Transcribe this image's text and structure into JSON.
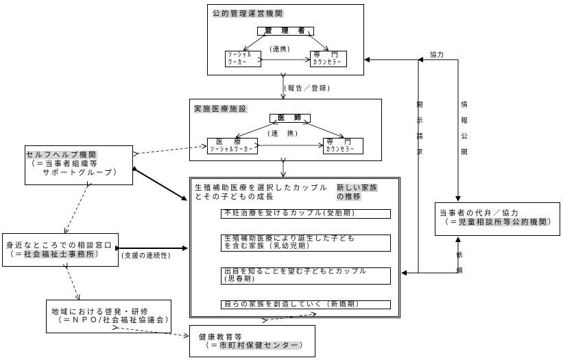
{
  "public_agency": {
    "title": "公的管理運営機関",
    "manager": "管　理　者",
    "coordination": "(連携)",
    "social_worker_line1": "ｿｰｼｬﾙ",
    "social_worker_line2": "ﾜｰｶｰ",
    "counselor_line1": "専　門",
    "counselor_line2": "ｶｳﾝｾﾗｰ"
  },
  "report_label": "(報告／登録)",
  "medical_facility": {
    "title": "実施医療施設",
    "doctor": "医　師",
    "coordination": "(連　携)",
    "msw_line1": "医　療",
    "msw_line2": "ｿｰｼｬﾙﾜｰｶｰ",
    "counselor_line1": "専　門",
    "counselor_line2": "ｶｳﾝｾﾗｰ"
  },
  "family_growth": {
    "title_line1": "生殖補助医療を選択したカップル",
    "title_line2": "とその子どもの成長",
    "transition_line1": "新しい家族",
    "transition_line2": "の推移",
    "stages": [
      {
        "line1": "不妊治療を受けるカップル(受胎期)",
        "line2": ""
      },
      {
        "line1": "生殖補助医療により誕生した子ども",
        "line2": "を含む家族（乳幼児期）"
      },
      {
        "line1": "出自を知ることを望む子どもとカップル",
        "line2": "(思春期)"
      },
      {
        "line1": "自らの家族を創造していく（新婚期）",
        "line2": ""
      }
    ]
  },
  "self_help": {
    "title": "セルフヘルプ機関",
    "line2": "（＝当事者組織等",
    "line3": "サポートグループ）"
  },
  "consultation": {
    "line1": "身近なところでの相談窓口",
    "line2_prefix": "（＝",
    "line2_highlight": "社会福祉士事務所",
    "line2_suffix": "）"
  },
  "continuity_label": "(支援の連続性)",
  "community": {
    "line1": "地域における啓発・研修",
    "line2": "（＝ＮＰＯ/社会福祉協議会）"
  },
  "health_education": {
    "line1": "健康教育等",
    "line2_prefix": "（＝",
    "line2_highlight": "市町村保健センター",
    "line2_suffix": "）"
  },
  "advocate": {
    "line1": "当事者の代弁／協力",
    "line2_prefix": "（＝",
    "line2_highlight": "児童相談所等公的機関",
    "line2_suffix": "）"
  },
  "cooperation_label": "協力",
  "disclosure_request": [
    "開",
    "示",
    "請",
    "求"
  ],
  "information_disclosure": [
    "情",
    "報",
    "公",
    "開"
  ],
  "request_label": [
    "依",
    "頼"
  ]
}
